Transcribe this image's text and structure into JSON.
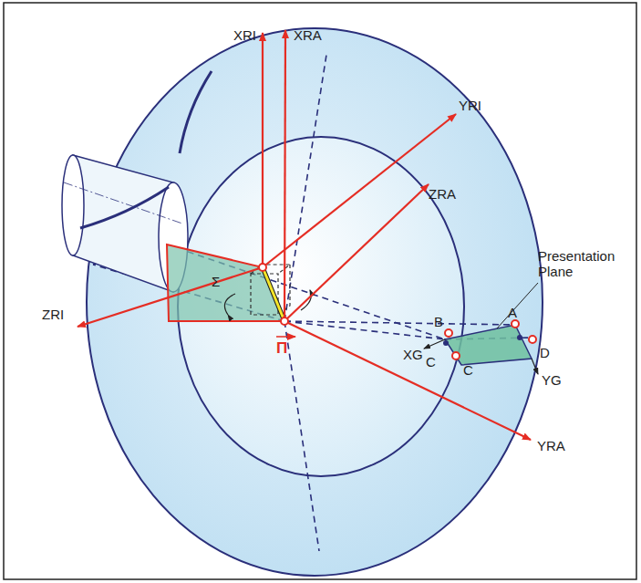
{
  "diagram": {
    "labels": [
      "XRI",
      "XRA",
      "YRI",
      "ZRA",
      "ZRI",
      "Presentation Plane",
      "A",
      "B",
      "C",
      "C",
      "D",
      "XG",
      "YG",
      "YRA",
      "Σ",
      "Π"
    ]
  }
}
